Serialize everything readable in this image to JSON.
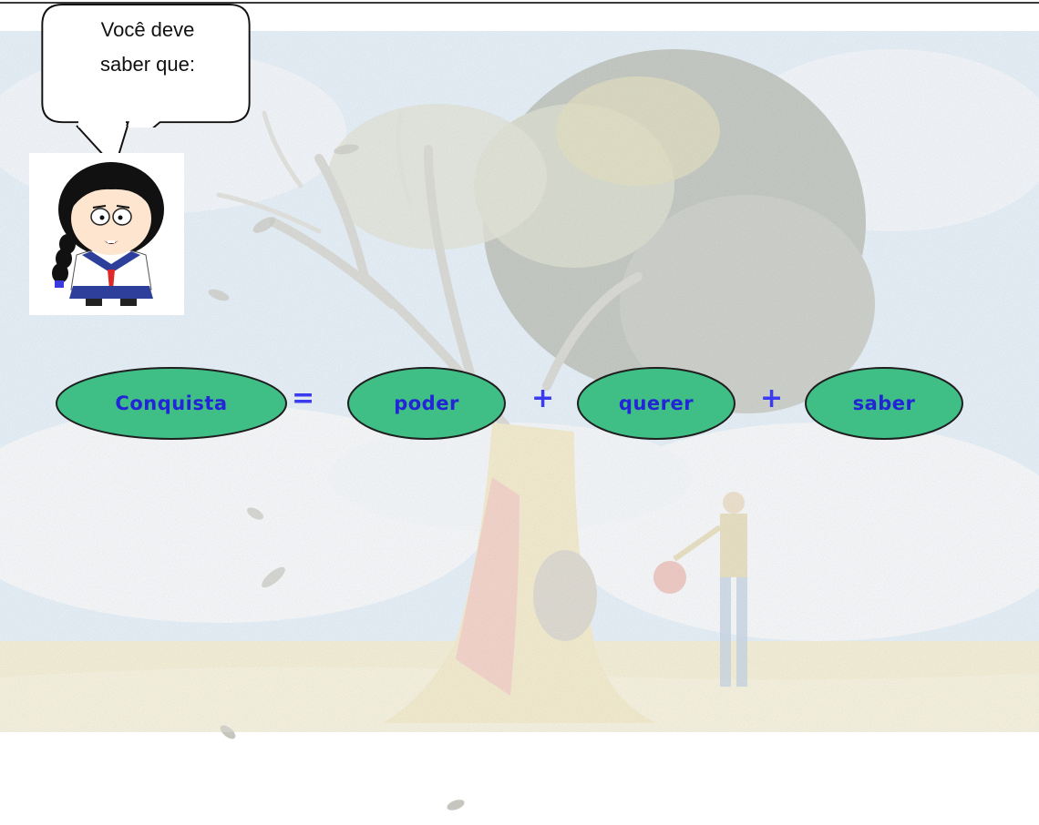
{
  "speech_bubble": {
    "line1": "Você deve",
    "line2": "saber que:"
  },
  "equation": {
    "terms": [
      "Conquista",
      "poder",
      "querer",
      "saber"
    ],
    "operators": [
      "=",
      "+",
      "+"
    ],
    "pill_fill": "#3fbf86",
    "text_color": "#2323d8"
  },
  "colors": {
    "sky": "#cfe3f5",
    "tree_foliage": "#9aa09a",
    "ground": "#ede3b5"
  },
  "icons": [
    "girl-avatar-icon",
    "tree-illustration"
  ]
}
